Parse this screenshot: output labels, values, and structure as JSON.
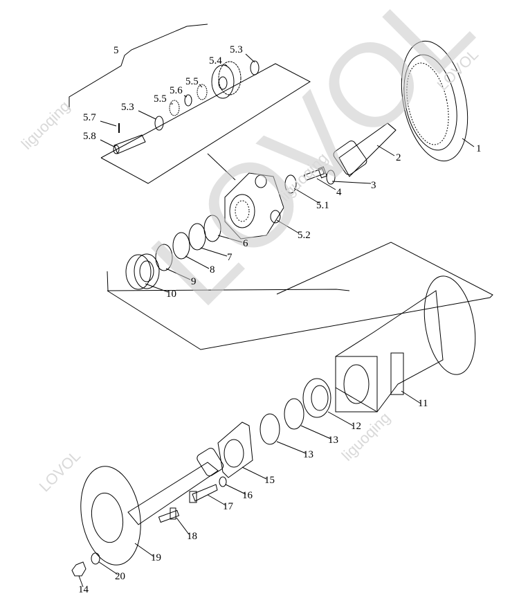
{
  "watermarks": {
    "big": "LOVOL",
    "small_1": "liguoqing",
    "small_2": "LOVOL",
    "small_3": "LOVOL",
    "small_4": "liguoqing",
    "small_5": "liguoqing"
  },
  "labels": {
    "p1": "1",
    "p2": "2",
    "p3": "3",
    "p4": "4",
    "p5": "5",
    "p5_1": "5.1",
    "p5_2": "5.2",
    "p5_3a": "5.3",
    "p5_3b": "5.3",
    "p5_4": "5.4",
    "p5_5a": "5.5",
    "p5_5b": "5.5",
    "p5_6": "5.6",
    "p5_7": "5.7",
    "p5_8": "5.8",
    "p6": "6",
    "p7": "7",
    "p8": "8",
    "p9": "9",
    "p10": "10",
    "p11": "11",
    "p12": "12",
    "p13a": "13",
    "p13b": "13",
    "p14": "14",
    "p15": "15",
    "p16": "16",
    "p17": "17",
    "p18": "18",
    "p19": "19",
    "p20": "20"
  }
}
